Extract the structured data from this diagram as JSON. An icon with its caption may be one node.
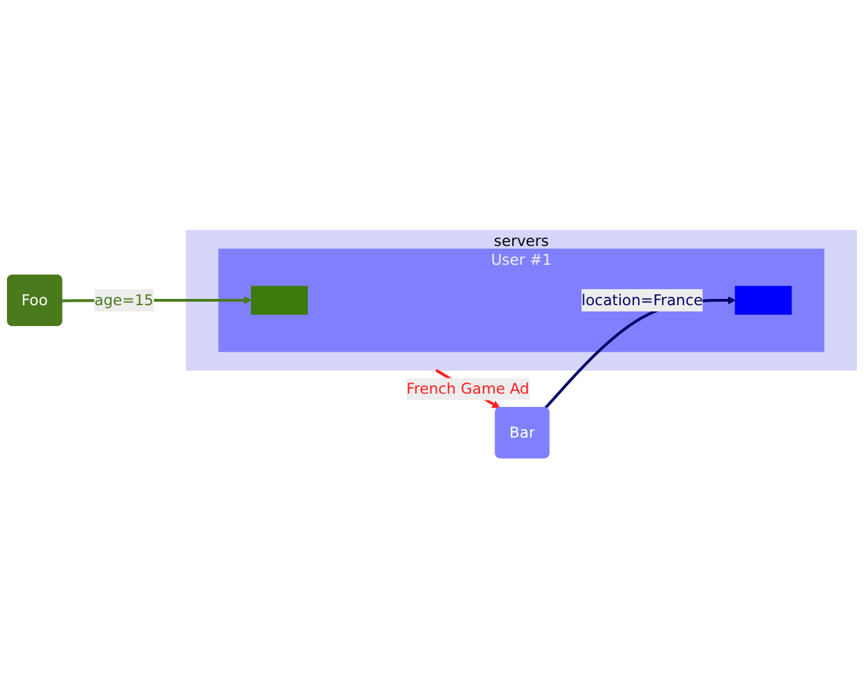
{
  "diagram": {
    "nodes": [
      {
        "text": [
          "servers"
        ]
      },
      {
        "text": [
          "User #1"
        ],
        "in": 0
      },
      {
        "text": [],
        "shape": "box",
        "in": 1
      },
      {
        "text": [],
        "shape": "box",
        "in": 1
      },
      {
        "text": [
          "Foo"
        ]
      },
      {
        "text": [
          "Bar"
        ]
      }
    ],
    "edges": [
      {
        "from": 4,
        "to": 2,
        "arrow": "to",
        "label": "age=15",
        "color": "#4a7a1c"
      },
      {
        "from": 5,
        "to": 3,
        "arrow": "to",
        "label": "location=France",
        "color": "#000066"
      },
      {
        "from": 0,
        "to": 5,
        "arrow": "to",
        "label": "French Game Ad",
        "color": "#ff2020"
      }
    ]
  }
}
